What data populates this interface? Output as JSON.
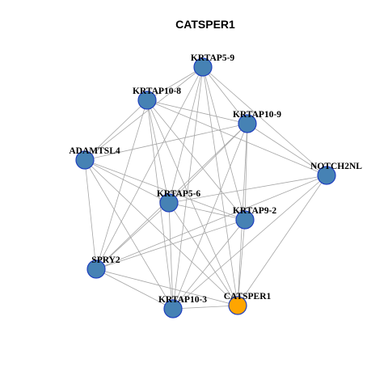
{
  "diagram": {
    "title": "CATSPER1",
    "colors": {
      "node_default": "#4682b4",
      "node_focus": "#ffa500",
      "node_border": "#1f3fbf",
      "edge": "#a6a6a6"
    },
    "nodes": [
      {
        "id": "KRTAP5-9",
        "label": "KRTAP5-9",
        "focus": false
      },
      {
        "id": "KRTAP10-8",
        "label": "KRTAP10-8",
        "focus": false
      },
      {
        "id": "KRTAP10-9",
        "label": "KRTAP10-9",
        "focus": false
      },
      {
        "id": "ADAMTSL4",
        "label": "ADAMTSL4",
        "focus": false
      },
      {
        "id": "NOTCH2NL",
        "label": "NOTCH2NL",
        "focus": false
      },
      {
        "id": "KRTAP5-6",
        "label": "KRTAP5-6",
        "focus": false
      },
      {
        "id": "KRTAP9-2",
        "label": "KRTAP9-2",
        "focus": false
      },
      {
        "id": "SPRY2",
        "label": "SPRY2",
        "focus": false
      },
      {
        "id": "KRTAP10-3",
        "label": "KRTAP10-3",
        "focus": false
      },
      {
        "id": "CATSPER1",
        "label": "CATSPER1",
        "focus": true
      }
    ],
    "edges": [
      [
        "KRTAP5-9",
        "KRTAP10-8"
      ],
      [
        "KRTAP5-9",
        "KRTAP10-9"
      ],
      [
        "KRTAP5-9",
        "NOTCH2NL"
      ],
      [
        "KRTAP5-9",
        "ADAMTSL4"
      ],
      [
        "KRTAP5-9",
        "KRTAP5-6"
      ],
      [
        "KRTAP5-9",
        "KRTAP9-2"
      ],
      [
        "KRTAP5-9",
        "SPRY2"
      ],
      [
        "KRTAP5-9",
        "KRTAP10-3"
      ],
      [
        "KRTAP5-9",
        "CATSPER1"
      ],
      [
        "KRTAP10-8",
        "KRTAP10-9"
      ],
      [
        "KRTAP10-8",
        "NOTCH2NL"
      ],
      [
        "KRTAP10-8",
        "ADAMTSL4"
      ],
      [
        "KRTAP10-8",
        "KRTAP5-6"
      ],
      [
        "KRTAP10-8",
        "KRTAP9-2"
      ],
      [
        "KRTAP10-8",
        "SPRY2"
      ],
      [
        "KRTAP10-8",
        "KRTAP10-3"
      ],
      [
        "KRTAP10-8",
        "CATSPER1"
      ],
      [
        "KRTAP10-9",
        "ADAMTSL4"
      ],
      [
        "KRTAP10-9",
        "NOTCH2NL"
      ],
      [
        "KRTAP10-9",
        "KRTAP5-6"
      ],
      [
        "KRTAP10-9",
        "KRTAP9-2"
      ],
      [
        "KRTAP10-9",
        "SPRY2"
      ],
      [
        "KRTAP10-9",
        "KRTAP10-3"
      ],
      [
        "KRTAP10-9",
        "CATSPER1"
      ],
      [
        "ADAMTSL4",
        "KRTAP5-6"
      ],
      [
        "ADAMTSL4",
        "KRTAP9-2"
      ],
      [
        "ADAMTSL4",
        "SPRY2"
      ],
      [
        "ADAMTSL4",
        "KRTAP10-3"
      ],
      [
        "ADAMTSL4",
        "CATSPER1"
      ],
      [
        "NOTCH2NL",
        "KRTAP5-6"
      ],
      [
        "NOTCH2NL",
        "KRTAP10-3"
      ],
      [
        "NOTCH2NL",
        "CATSPER1"
      ],
      [
        "NOTCH2NL",
        "SPRY2"
      ],
      [
        "KRTAP5-6",
        "KRTAP9-2"
      ],
      [
        "KRTAP5-6",
        "SPRY2"
      ],
      [
        "KRTAP5-6",
        "KRTAP10-3"
      ],
      [
        "KRTAP5-6",
        "CATSPER1"
      ],
      [
        "KRTAP9-2",
        "SPRY2"
      ],
      [
        "KRTAP9-2",
        "KRTAP10-3"
      ],
      [
        "KRTAP9-2",
        "CATSPER1"
      ],
      [
        "SPRY2",
        "KRTAP10-3"
      ],
      [
        "SPRY2",
        "CATSPER1"
      ],
      [
        "KRTAP10-3",
        "CATSPER1"
      ]
    ]
  }
}
